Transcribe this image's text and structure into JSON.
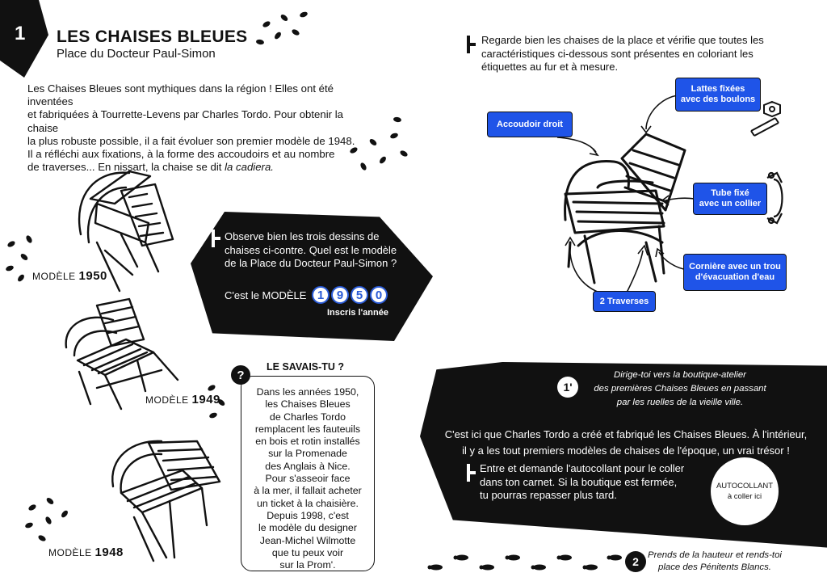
{
  "header": {
    "number": "1",
    "title": "LES CHAISES BLEUES",
    "subtitle": "Place du Docteur Paul-Simon"
  },
  "intro": {
    "line1": "Les Chaises Bleues sont mythiques dans la région ! Elles ont été inventées",
    "line2": "et fabriquées à Tourrette-Levens par Charles Tordo. Pour obtenir la chaise",
    "line3": "la plus robuste possible, il a fait évoluer son premier modèle de 1948.",
    "line4": "Il a réfléchi aux fixations, à la forme des accoudoirs et au nombre",
    "line5_prefix": "de traverses... En nissart, la chaise se dit ",
    "line5_italic": "la cadiera."
  },
  "models": [
    {
      "prefix": "MODÈLE ",
      "year": "1950"
    },
    {
      "prefix": "MODÈLE ",
      "year": "1949"
    },
    {
      "prefix": "MODÈLE ",
      "year": "1948"
    }
  ],
  "observe": {
    "text": "Observe bien les trois dessins de chaises ci-contre. Quel est le modèle de la Place du Docteur Paul-Simon ?",
    "answer_prefix": "C'est le MODÈLE",
    "digits": [
      "1",
      "9",
      "5",
      "0"
    ],
    "caption": "Inscris l'année"
  },
  "savais": {
    "title": "LE SAVAIS-TU ?",
    "icon": "?",
    "lines": [
      "Dans les années 1950,",
      "les Chaises Bleues",
      "de Charles Tordo",
      "remplacent les fauteuils",
      "en bois et rotin installés",
      "sur la Promenade",
      "des Anglais à Nice.",
      "Pour s'asseoir face",
      "à la mer, il fallait acheter",
      "un ticket à la chaisière.",
      "Depuis 1998, c'est",
      "le modèle du designer",
      "Jean-Michel Wilmotte",
      "que tu peux voir",
      "sur la Prom'."
    ]
  },
  "regarde": {
    "text": "Regarde bien les chaises de la place et vérifie que toutes les caractéristiques ci-dessous sont présentes en coloriant les étiquettes au fur et à mesure."
  },
  "tags": {
    "lattes_1": "Lattes fixées",
    "lattes_2": "avec des boulons",
    "accoudoir": "Accoudoir droit",
    "tube_1": "Tube fixé",
    "tube_2": "avec un collier",
    "corniere_1": "Cornière avec un trou",
    "corniere_2": "d'évacuation d'eau",
    "traverses": "2 Traverses"
  },
  "boutique": {
    "step_label": "1'",
    "dirige_1": "Dirige-toi vers la boutique-atelier",
    "dirige_2": "des premières Chaises Bleues en passant",
    "dirige_3": "par les ruelles de la vieille ville.",
    "cestici_1": "C'est ici que Charles Tordo a créé et fabriqué les Chaises Bleues. À l'intérieur,",
    "cestici_2": "il y a les tout premiers modèles de chaises de l'époque, un vrai trésor !",
    "entre_1": "Entre et demande l'autocollant pour le coller",
    "entre_2": "dans ton carnet. Si la boutique est fermée,",
    "entre_3": "tu pourras repasser plus tard.",
    "sticker_1": "AUTOCOLLANT",
    "sticker_2": "à coller ici"
  },
  "next": {
    "step_label": "2",
    "line1": "Prends de la hauteur et rends-toi",
    "line2": "place des Pénitents Blancs."
  },
  "colors": {
    "accent": "#1f54e8",
    "ink": "#111111"
  }
}
